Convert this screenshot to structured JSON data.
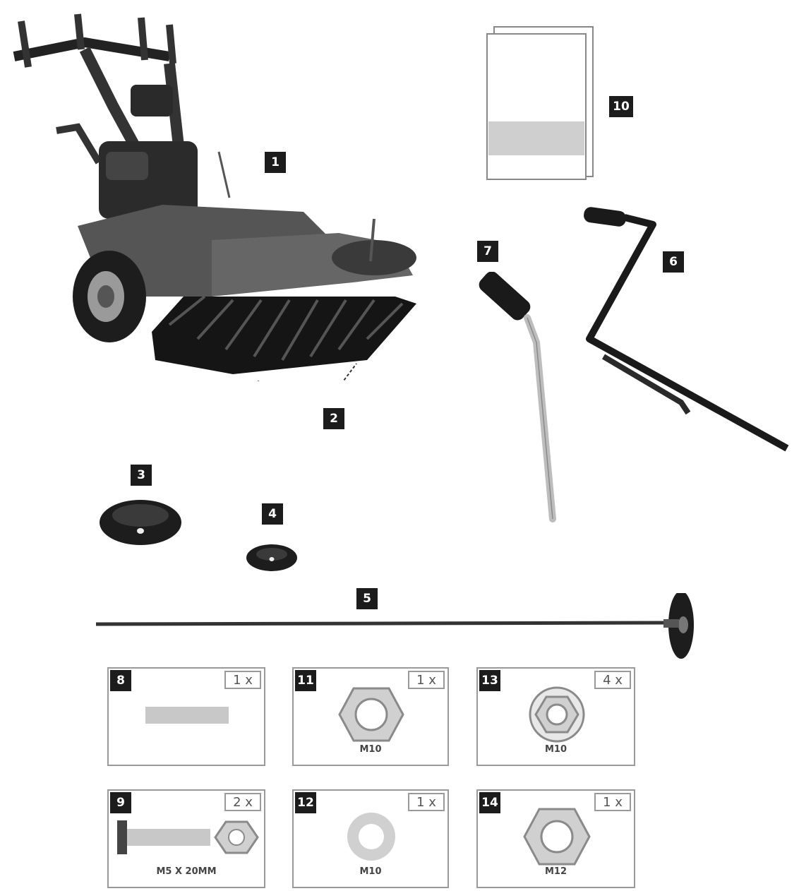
{
  "callouts": [
    "1",
    "2",
    "3",
    "4",
    "5",
    "6",
    "7",
    "10"
  ],
  "boxes": [
    {
      "number": "8",
      "qty": "1 x",
      "label": ""
    },
    {
      "number": "11",
      "qty": "1 x",
      "label": "M10"
    },
    {
      "number": "13",
      "qty": "4 x",
      "label": "M10"
    },
    {
      "number": "9",
      "qty": "2 x",
      "label": "M5 X 20MM"
    },
    {
      "number": "12",
      "qty": "1 x",
      "label": "M10"
    },
    {
      "number": "14",
      "qty": "1 x",
      "label": "M12"
    }
  ],
  "colors": {
    "ink": "#1c1c1c",
    "frame": "#9a9a9a",
    "part_gray": "#c8c8c8"
  }
}
